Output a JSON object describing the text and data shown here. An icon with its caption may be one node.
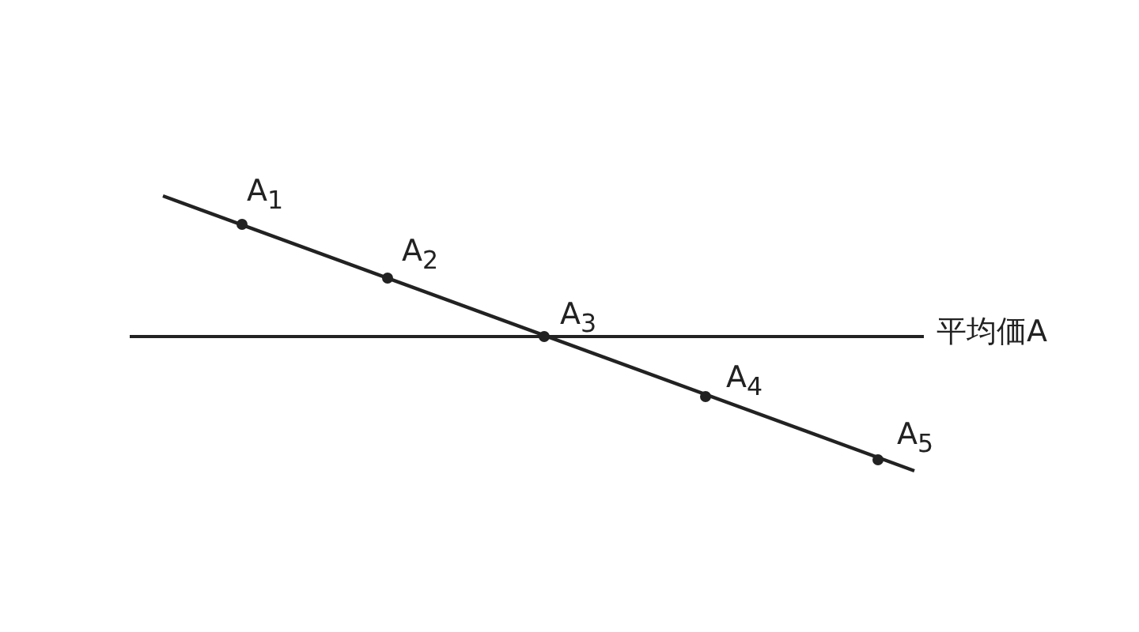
{
  "diagram": {
    "labels": [
      "A$_{1}$",
      "A$_{2}$",
      "A$_{3}$",
      "A$_{4}$",
      "A$_{5}$",
      "平均価A"
    ]
  }
}
